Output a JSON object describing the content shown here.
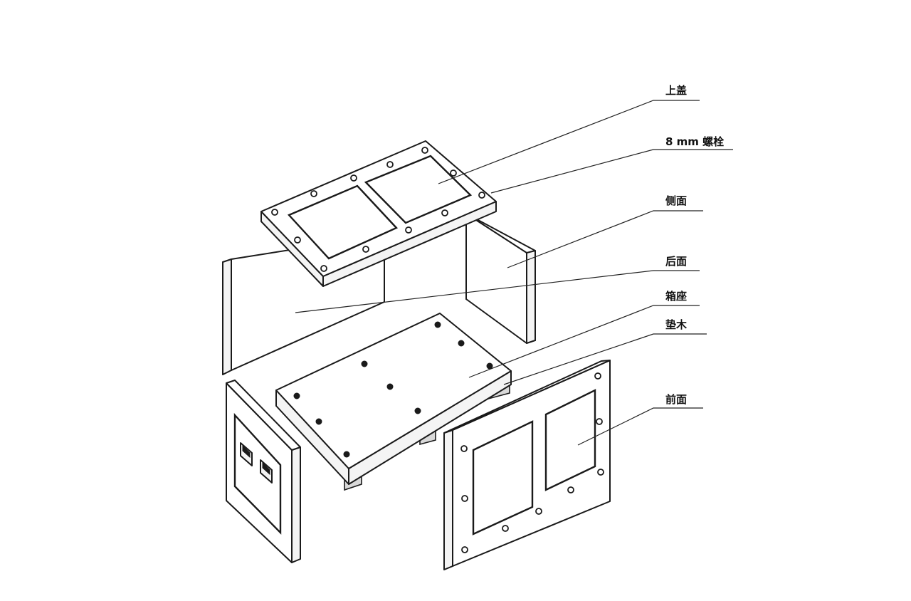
{
  "labels": {
    "top_cover": "上盖",
    "bolt": "8 mm 螺栓",
    "side_panel": "侧面",
    "back_panel": "后面",
    "box_base": "箱座",
    "skid_wood": "垫木",
    "front_panel": "前面"
  }
}
